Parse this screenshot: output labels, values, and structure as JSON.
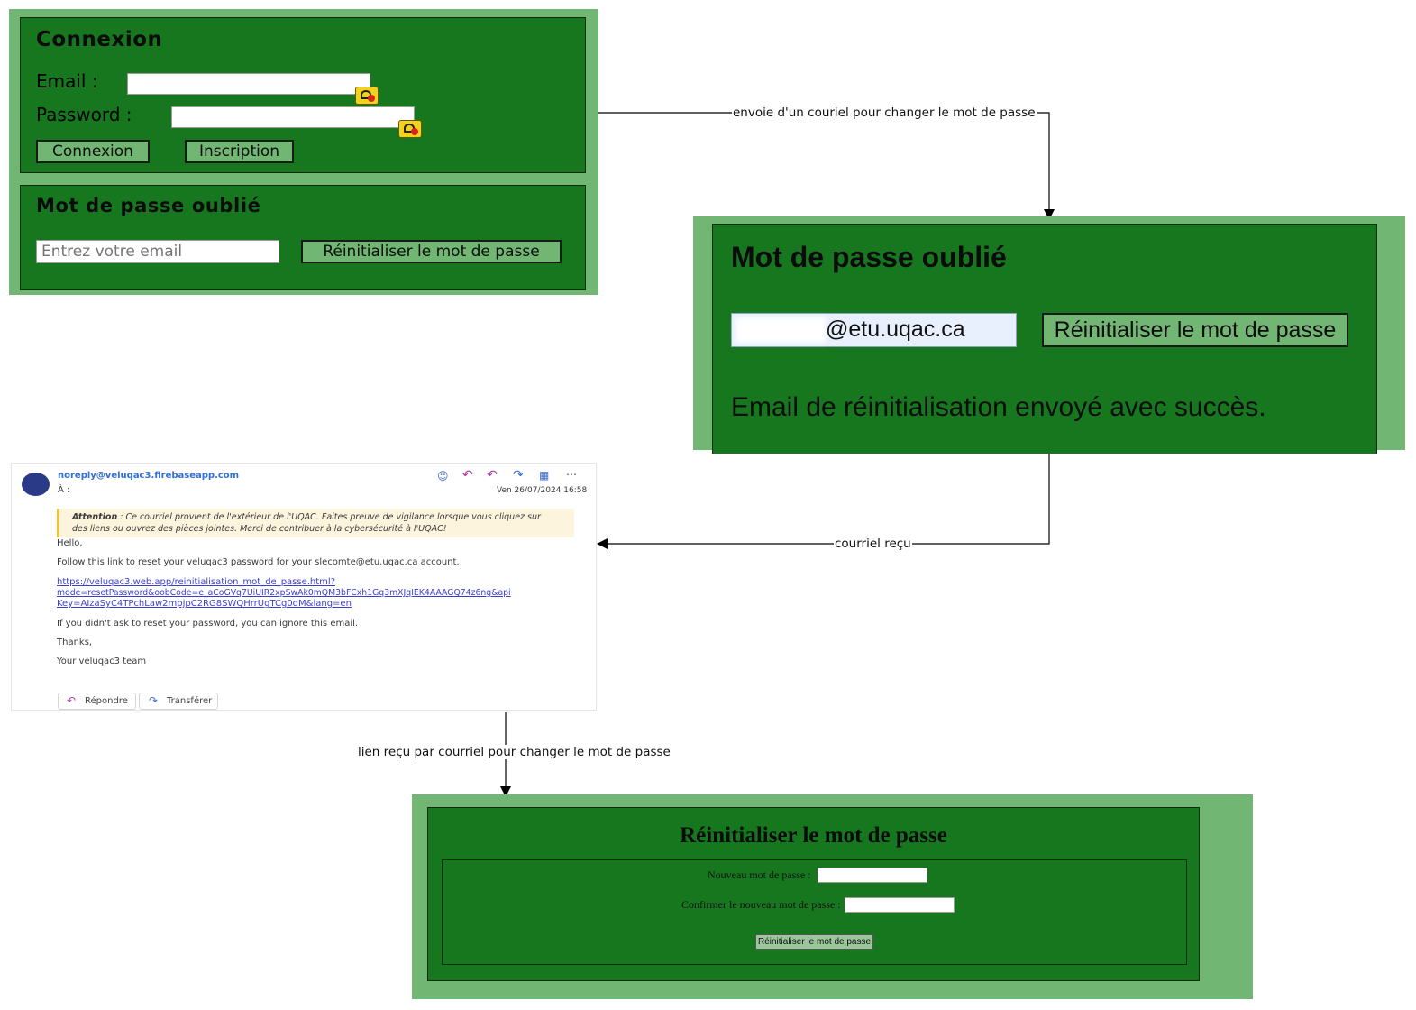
{
  "login_panel": {
    "title": "Connexion",
    "email_label": "Email :",
    "password_label": "Password :",
    "login_button": "Connexion",
    "signup_button": "Inscription"
  },
  "forgot_panel": {
    "title": "Mot de passe oublié",
    "email_placeholder": "Entrez votre email",
    "reset_button": "Réinitialiser le mot de passe"
  },
  "forgot_sent_panel": {
    "title": "Mot de passe oublié",
    "email_value": "@etu.uqac.ca",
    "reset_button": "Réinitialiser le mot de passe",
    "success_message": "Email de réinitialisation envoyé avec succès."
  },
  "email": {
    "sender": "noreply@veluqac3.firebaseapp.com",
    "to_label": "À :",
    "date": "Ven 26/07/2024 16:58",
    "warning_bold": "Attention",
    "warning_line1": " : Ce courriel provient de l'extérieur de l'UQAC. Faites preuve de vigilance lorsque vous cliquez sur",
    "warning_line2": "des liens ou ouvrez des pièces jointes. Merci de contribuer à la cybersécurité à l'UQAC!",
    "greeting": "Hello,",
    "body_line": "Follow this link to reset your veluqac3 password for your slecomte@etu.uqac.ca account.",
    "link_line1": "https://veluqac3.web.app/reinitialisation_mot_de_passe.html?",
    "link_line2": "mode=resetPassword&oobCode=e_aCoGVq7UiUIR2xpSwAk0mQM3bFCxh1Gq3mXJqIEK4AAAGQ74z6ng&api",
    "link_line3": "Key=AIzaSyC4TPchLaw2mpjpC2RG8SWQHrrUgTCg0dM&lang=en",
    "ignore_line": "If you didn't ask to reset your password, you can ignore this email.",
    "thanks": "Thanks,",
    "signature": "Your veluqac3 team",
    "reply_button": "Répondre",
    "forward_button": "Transférer"
  },
  "reset_panel": {
    "title": "Réinitialiser le mot de passe",
    "new_password_label": "Nouveau mot de passe :",
    "confirm_password_label": "Confirmer le nouveau mot de passe :",
    "submit_button": "Réinitialiser le mot de passe"
  },
  "connectors": {
    "send_email": "envoie d'un couriel pour changer le mot de passe",
    "email_received": "courriel reçu",
    "link_received": "lien reçu par courriel pour changer le mot de passe"
  },
  "colors": {
    "panel_outer": "#72b673",
    "panel_inner": "#17771f",
    "button": "#72b673"
  }
}
